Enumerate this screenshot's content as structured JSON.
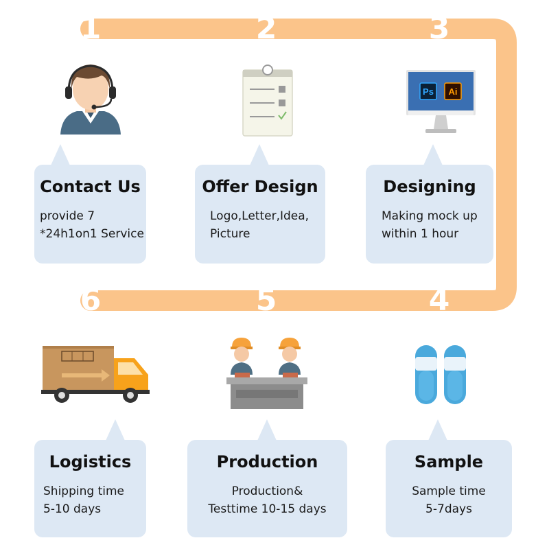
{
  "steps": [
    {
      "number": "1",
      "title": "Contact Us",
      "desc_lines": [
        "provide 7",
        "*24h1on1 Service"
      ],
      "icon": "customer-service-icon"
    },
    {
      "number": "2",
      "title": "Offer Design",
      "desc_lines": [
        "Logo,Letter,Idea,",
        "Picture"
      ],
      "icon": "clipboard-checklist-icon"
    },
    {
      "number": "3",
      "title": "Designing",
      "desc_lines": [
        "Making mock up",
        "within 1 hour"
      ],
      "icon": "monitor-ps-ai-icon"
    },
    {
      "number": "4",
      "title": "Sample",
      "desc_lines": [
        "Sample time",
        "5-7days"
      ],
      "icon": "slipper-sample-icon"
    },
    {
      "number": "5",
      "title": "Production",
      "desc_lines": [
        "Production&",
        "Testtime 10-15 days"
      ],
      "icon": "factory-workers-icon"
    },
    {
      "number": "6",
      "title": "Logistics",
      "desc_lines": [
        "Shipping time",
        "5-10 days"
      ],
      "icon": "delivery-truck-icon"
    }
  ],
  "software_labels": {
    "ps": "Ps",
    "ai": "Ai"
  },
  "colors": {
    "flow_line": "#fbc48a",
    "card_bg": "#dde8f4",
    "number_text": "#ffffff",
    "title_text": "#111111"
  }
}
